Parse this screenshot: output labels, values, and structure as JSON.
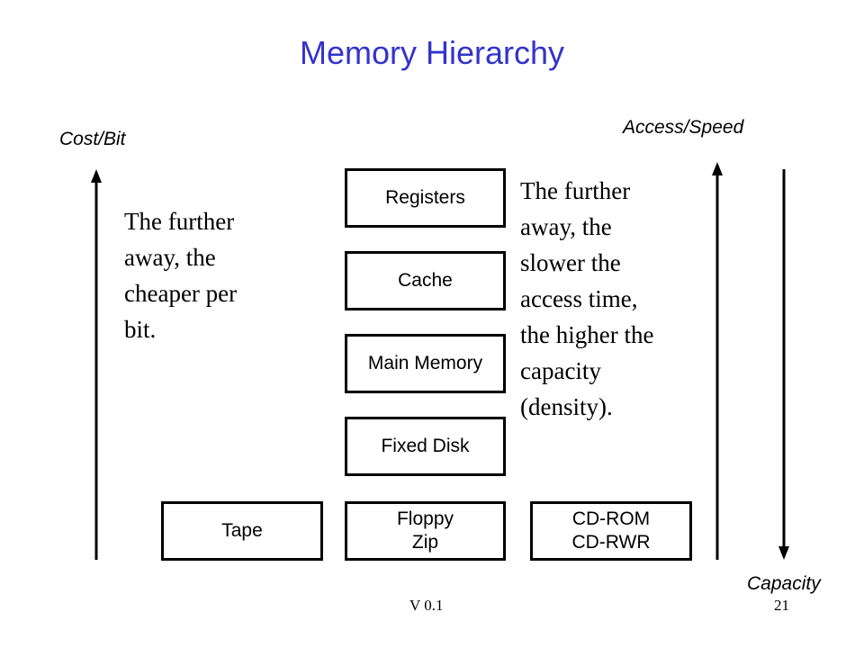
{
  "title": "Memory Hierarchy",
  "labels": {
    "cost_bit": "Cost/Bit",
    "access_speed": "Access/Speed",
    "capacity": "Capacity"
  },
  "notes": {
    "left": [
      "The further",
      "away, the",
      "cheaper per",
      "bit."
    ],
    "right": [
      "The further",
      "away, the",
      "slower the",
      "access time,",
      "the higher the",
      "capacity",
      "(density)."
    ]
  },
  "hierarchy": {
    "registers": "Registers",
    "cache": "Cache",
    "main_memory": "Main Memory",
    "fixed_disk": "Fixed Disk",
    "tape": "Tape",
    "floppy": [
      "Floppy",
      "Zip"
    ],
    "cdrom": [
      "CD-ROM",
      "CD-RWR"
    ]
  },
  "footer": {
    "version": "V 0.1",
    "page": "21"
  }
}
